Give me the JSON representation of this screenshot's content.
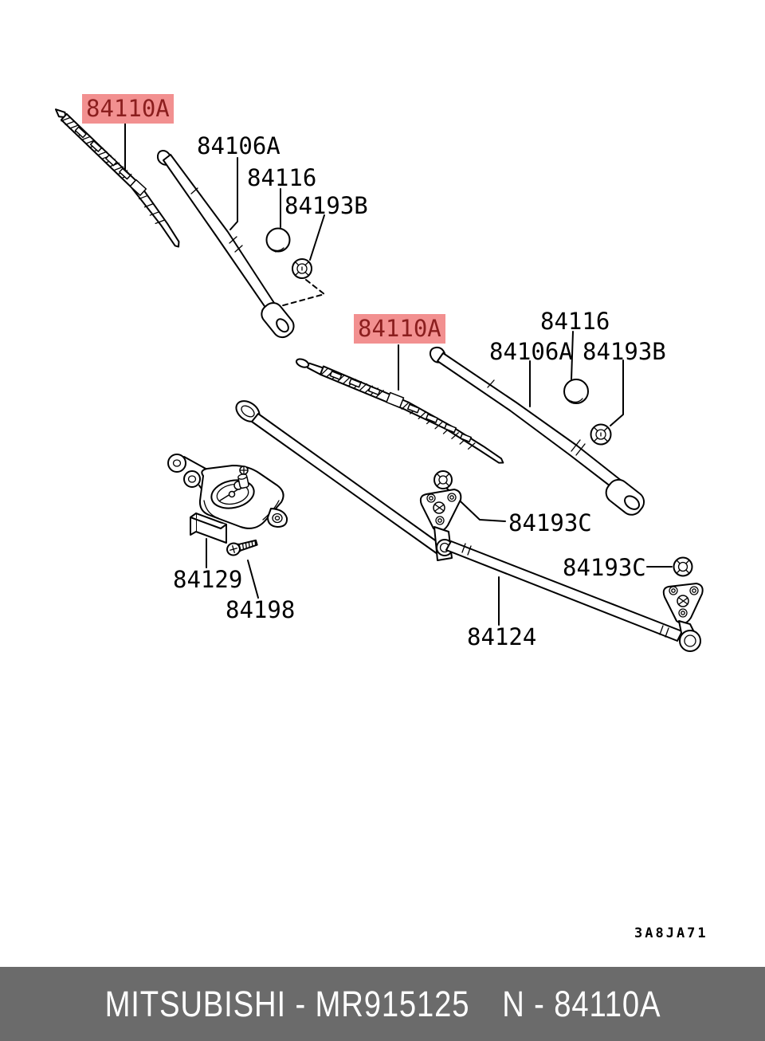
{
  "title": "Wiper parts diagram",
  "colors": {
    "highlight_bg": "#F29090",
    "highlight_text": "#8B1E1E",
    "footer_bg": "#6B6B6B",
    "footer_text": "#FFFFFF",
    "line": "#000000"
  },
  "labels": [
    {
      "text": "84110A",
      "highlighted": true
    },
    {
      "text": "84106A",
      "highlighted": false
    },
    {
      "text": "84116",
      "highlighted": false
    },
    {
      "text": "84193B",
      "highlighted": false
    },
    {
      "text": "84110A",
      "highlighted": true
    },
    {
      "text": "84116",
      "highlighted": false
    },
    {
      "text": "84106A",
      "highlighted": false
    },
    {
      "text": "84193B",
      "highlighted": false
    },
    {
      "text": "84193C",
      "highlighted": false
    },
    {
      "text": "84193C",
      "highlighted": false
    },
    {
      "text": "84129",
      "highlighted": false
    },
    {
      "text": "84198",
      "highlighted": false
    },
    {
      "text": "84124",
      "highlighted": false
    }
  ],
  "drawing_code": "3A8JA71",
  "footer": {
    "left_text": "MITSUBISHI - MR915125",
    "right_text": "N - 84110A"
  }
}
